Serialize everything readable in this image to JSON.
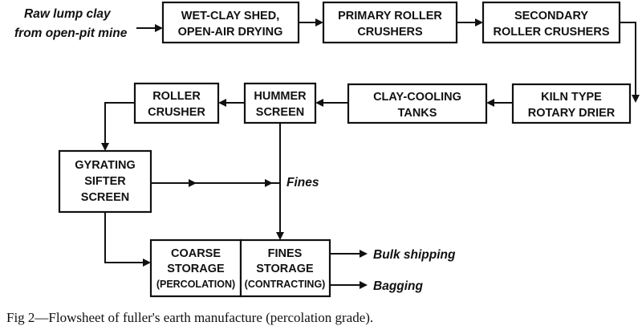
{
  "diagram": {
    "input_label": [
      "Raw lump clay",
      "from open-pit mine"
    ],
    "boxes": {
      "wet_clay_shed": [
        "WET-CLAY SHED,",
        "OPEN-AIR DRYING"
      ],
      "primary_roller": [
        "PRIMARY ROLLER",
        "CRUSHERS"
      ],
      "secondary_roller": [
        "SECONDARY",
        "ROLLER CRUSHERS"
      ],
      "kiln": [
        "KILN TYPE",
        "ROTARY DRIER"
      ],
      "cooling_tanks": [
        "CLAY-COOLING",
        "TANKS"
      ],
      "hummer": [
        "HUMMER",
        "SCREEN"
      ],
      "roller_crusher": [
        "ROLLER",
        "CRUSHER"
      ],
      "gyrating": [
        "GYRATING",
        "SIFTER",
        "SCREEN"
      ],
      "coarse_storage": [
        "COARSE",
        "STORAGE",
        "(PERCOLATION)"
      ],
      "fines_storage": [
        "FINES",
        "STORAGE",
        "(CONTRACTING)"
      ]
    },
    "fines_label": "Fines",
    "outputs": [
      "Bulk shipping",
      "Bagging"
    ],
    "caption": "Fig 2—Flowsheet of fuller's earth manufacture (percolation grade)."
  }
}
